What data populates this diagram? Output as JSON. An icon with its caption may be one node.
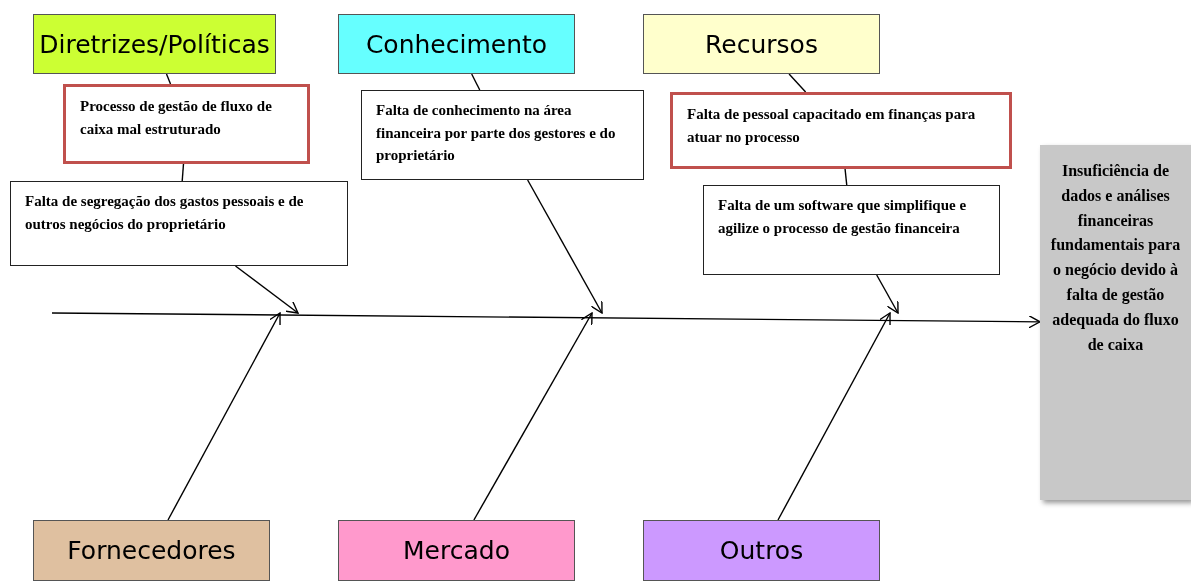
{
  "diagram": {
    "nodes": [
      {
        "text": [
          "Diretrizes/Políticas"
        ]
      },
      {
        "text": [
          "Processo de gestão de fluxo de caixa mal estruturado"
        ]
      },
      {
        "text": [
          "Falta de segregação dos gastos pessoais e de outros negócios do proprietário"
        ]
      },
      {
        "text": [
          "Conhecimento"
        ]
      },
      {
        "text": [
          "Falta de conhecimento na área financeira por parte dos gestores e do proprietário"
        ]
      },
      {
        "text": [
          "Recursos"
        ]
      },
      {
        "text": [
          "Falta de pessoal capacitado em finanças para atuar no processo"
        ]
      },
      {
        "text": [
          "Falta de um software que simplifique e agilize o processo de gestão financeira"
        ]
      },
      {
        "text": [
          "Insuficiência de dados e análises financeiras fundamentais para o negócio devido à falta de gestão adequada do fluxo de caixa"
        ]
      },
      {
        "text": [
          "Fornecedores"
        ]
      },
      {
        "text": [
          "Mercado"
        ]
      },
      {
        "text": [
          "Outros"
        ]
      }
    ],
    "edges": [
      {
        "from": null,
        "to": 8,
        "arrow": "to"
      },
      {
        "from": 0,
        "to": 1,
        "arrow": "none"
      },
      {
        "from": 1,
        "to": 2,
        "arrow": "none"
      },
      {
        "from": 2,
        "to": null,
        "arrow": "to"
      },
      {
        "from": 3,
        "to": 4,
        "arrow": "none"
      },
      {
        "from": 4,
        "to": null,
        "arrow": "to"
      },
      {
        "from": 5,
        "to": 6,
        "arrow": "none"
      },
      {
        "from": 6,
        "to": 7,
        "arrow": "none"
      },
      {
        "from": 7,
        "to": null,
        "arrow": "to"
      },
      {
        "from": 9,
        "to": null,
        "arrow": "to"
      },
      {
        "from": 10,
        "to": null,
        "arrow": "to"
      },
      {
        "from": 11,
        "to": null,
        "arrow": "to"
      }
    ]
  }
}
